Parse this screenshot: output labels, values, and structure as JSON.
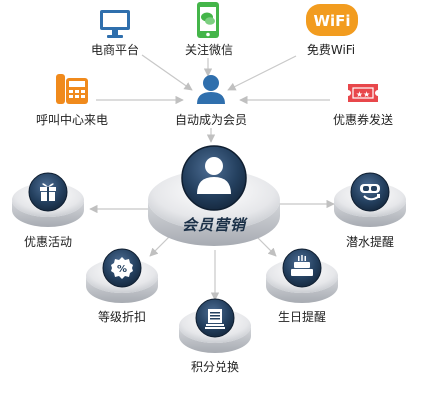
{
  "top_sources": [
    {
      "id": "ecommerce",
      "label": "电商平台",
      "icon": "monitor-icon"
    },
    {
      "id": "wechat",
      "label": "关注微信",
      "icon": "wechat-phone-icon"
    },
    {
      "id": "wifi",
      "label": "免费WiFi",
      "icon": "wifi-badge-icon",
      "badge_text": "WiFi"
    },
    {
      "id": "callcenter",
      "label": "呼叫中心来电",
      "icon": "telephone-icon"
    },
    {
      "id": "coupon",
      "label": "优惠券发送",
      "icon": "coupon-ticket-icon"
    }
  ],
  "member_node": {
    "label": "自动成为会员",
    "icon": "person-icon"
  },
  "hub": {
    "label": "会员营销",
    "icon": "person-icon"
  },
  "satellites": [
    {
      "id": "promotion",
      "label": "优惠活动",
      "icon": "gift-icon"
    },
    {
      "id": "discount",
      "label": "等级折扣",
      "icon": "percent-badge-icon",
      "badge_text": "%"
    },
    {
      "id": "points",
      "label": "积分兑换",
      "icon": "document-stack-icon"
    },
    {
      "id": "birthday",
      "label": "生日提醒",
      "icon": "cake-icon"
    },
    {
      "id": "dormant",
      "label": "潜水提醒",
      "icon": "diving-mask-icon"
    }
  ],
  "colors": {
    "icon_blue": "#2f6fad",
    "wechat_green": "#44b549",
    "wifi_orange": "#f29c1f",
    "phone_orange": "#f08a1c",
    "coupon_red": "#e8474b",
    "arrow_gray": "#c8c8c8",
    "disc_navy": "#1f3550"
  }
}
